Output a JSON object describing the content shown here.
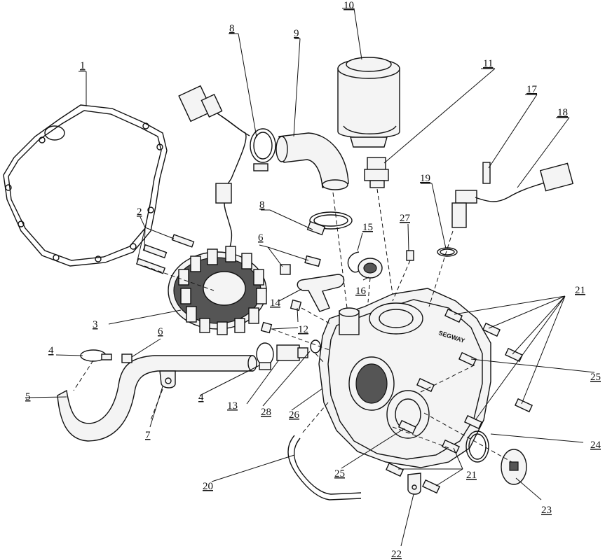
{
  "callouts": {
    "c1": "1",
    "c2": "2",
    "c3": "3",
    "c4a": "4",
    "c4b": "4",
    "c5": "5",
    "c6a": "6",
    "c6b": "6",
    "c7": "7",
    "c8a": "8",
    "c8b": "8",
    "c9": "9",
    "c10": "10",
    "c11": "11",
    "c12": "12",
    "c13": "13",
    "c14": "14",
    "c15": "15",
    "c16": "16",
    "c17": "17",
    "c18": "18",
    "c19": "19",
    "c20": "20",
    "c21a": "21",
    "c21b": "21",
    "c22": "22",
    "c23": "23",
    "c24": "24",
    "c25a": "25",
    "c25b": "25",
    "c26": "26",
    "c27": "27",
    "c28": "28"
  },
  "brand_mark": "SEGWAY"
}
